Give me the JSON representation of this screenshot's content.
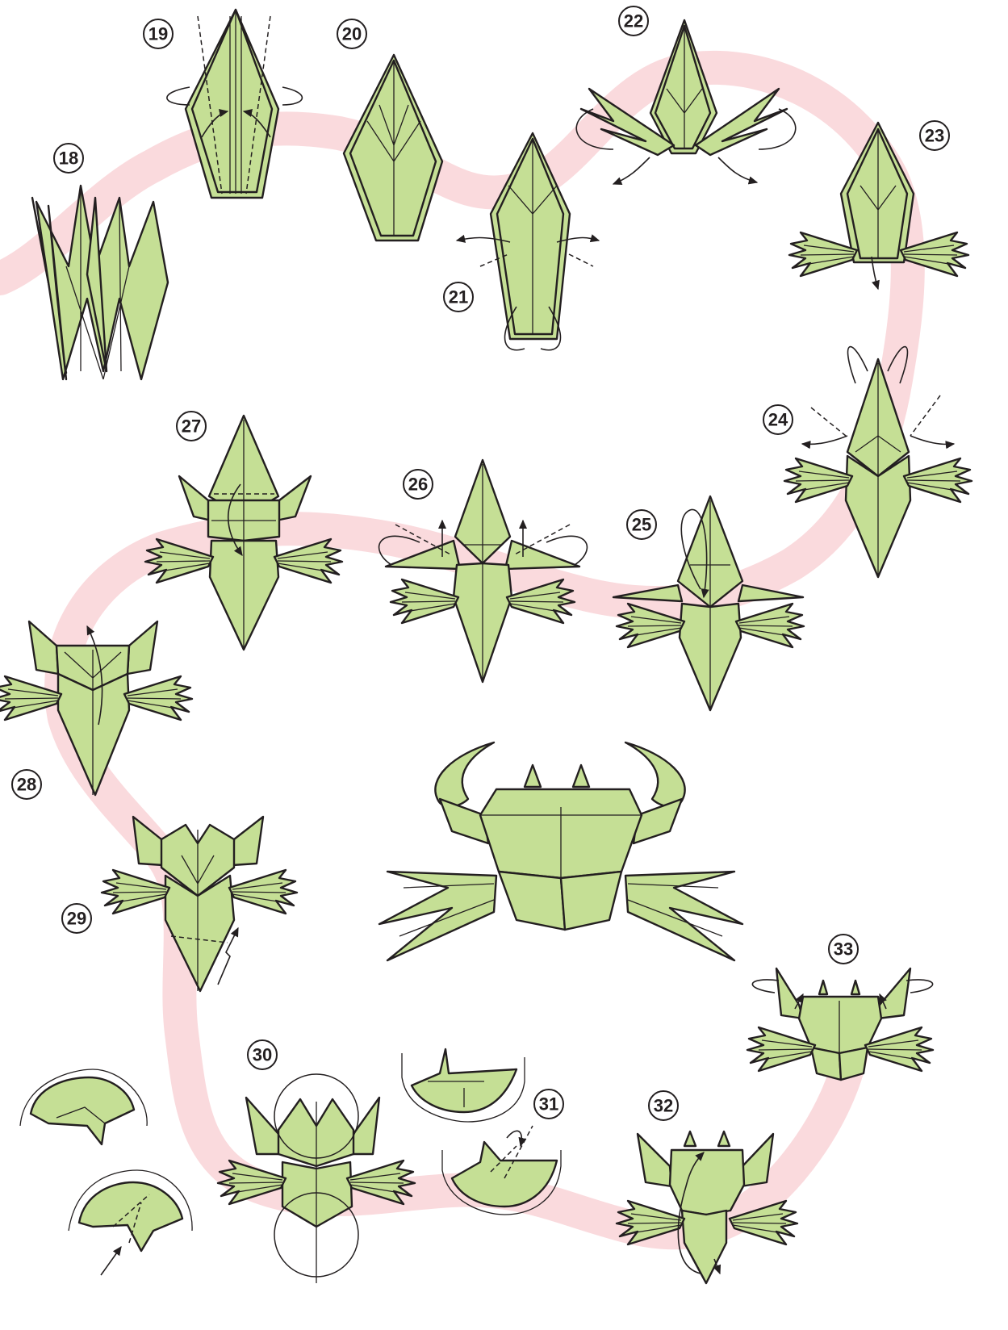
{
  "steps": [
    {
      "label": "18"
    },
    {
      "label": "19"
    },
    {
      "label": "20"
    },
    {
      "label": "21"
    },
    {
      "label": "22"
    },
    {
      "label": "23"
    },
    {
      "label": "24"
    },
    {
      "label": "25"
    },
    {
      "label": "26"
    },
    {
      "label": "27"
    },
    {
      "label": "28"
    },
    {
      "label": "29"
    },
    {
      "label": "30"
    },
    {
      "label": "31"
    },
    {
      "label": "32"
    },
    {
      "label": "33"
    }
  ],
  "colors": {
    "paper": "#c5df95",
    "outline": "#231f20",
    "path_band": "#fadadd",
    "background": "#ffffff"
  }
}
